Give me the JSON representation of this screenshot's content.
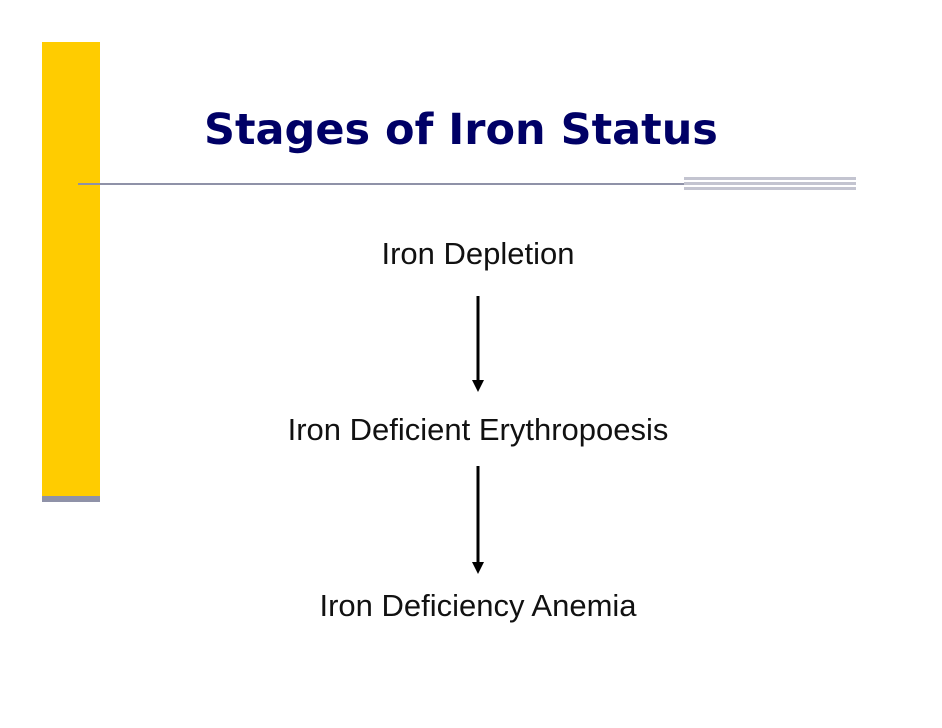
{
  "slide": {
    "title": "Stages of Iron Status",
    "accent_color": "#ffcc00",
    "title_color": "#000066"
  },
  "stages": [
    {
      "label": "Iron Depletion"
    },
    {
      "label": "Iron Deficient Erythropoesis"
    },
    {
      "label": "Iron Deficiency Anemia"
    }
  ],
  "arrows": [
    {
      "from": "Iron Depletion",
      "to": "Iron Deficient Erythropoesis",
      "icon": "arrow-down-icon"
    },
    {
      "from": "Iron Deficient Erythropoesis",
      "to": "Iron Deficiency Anemia",
      "icon": "arrow-down-icon"
    }
  ]
}
